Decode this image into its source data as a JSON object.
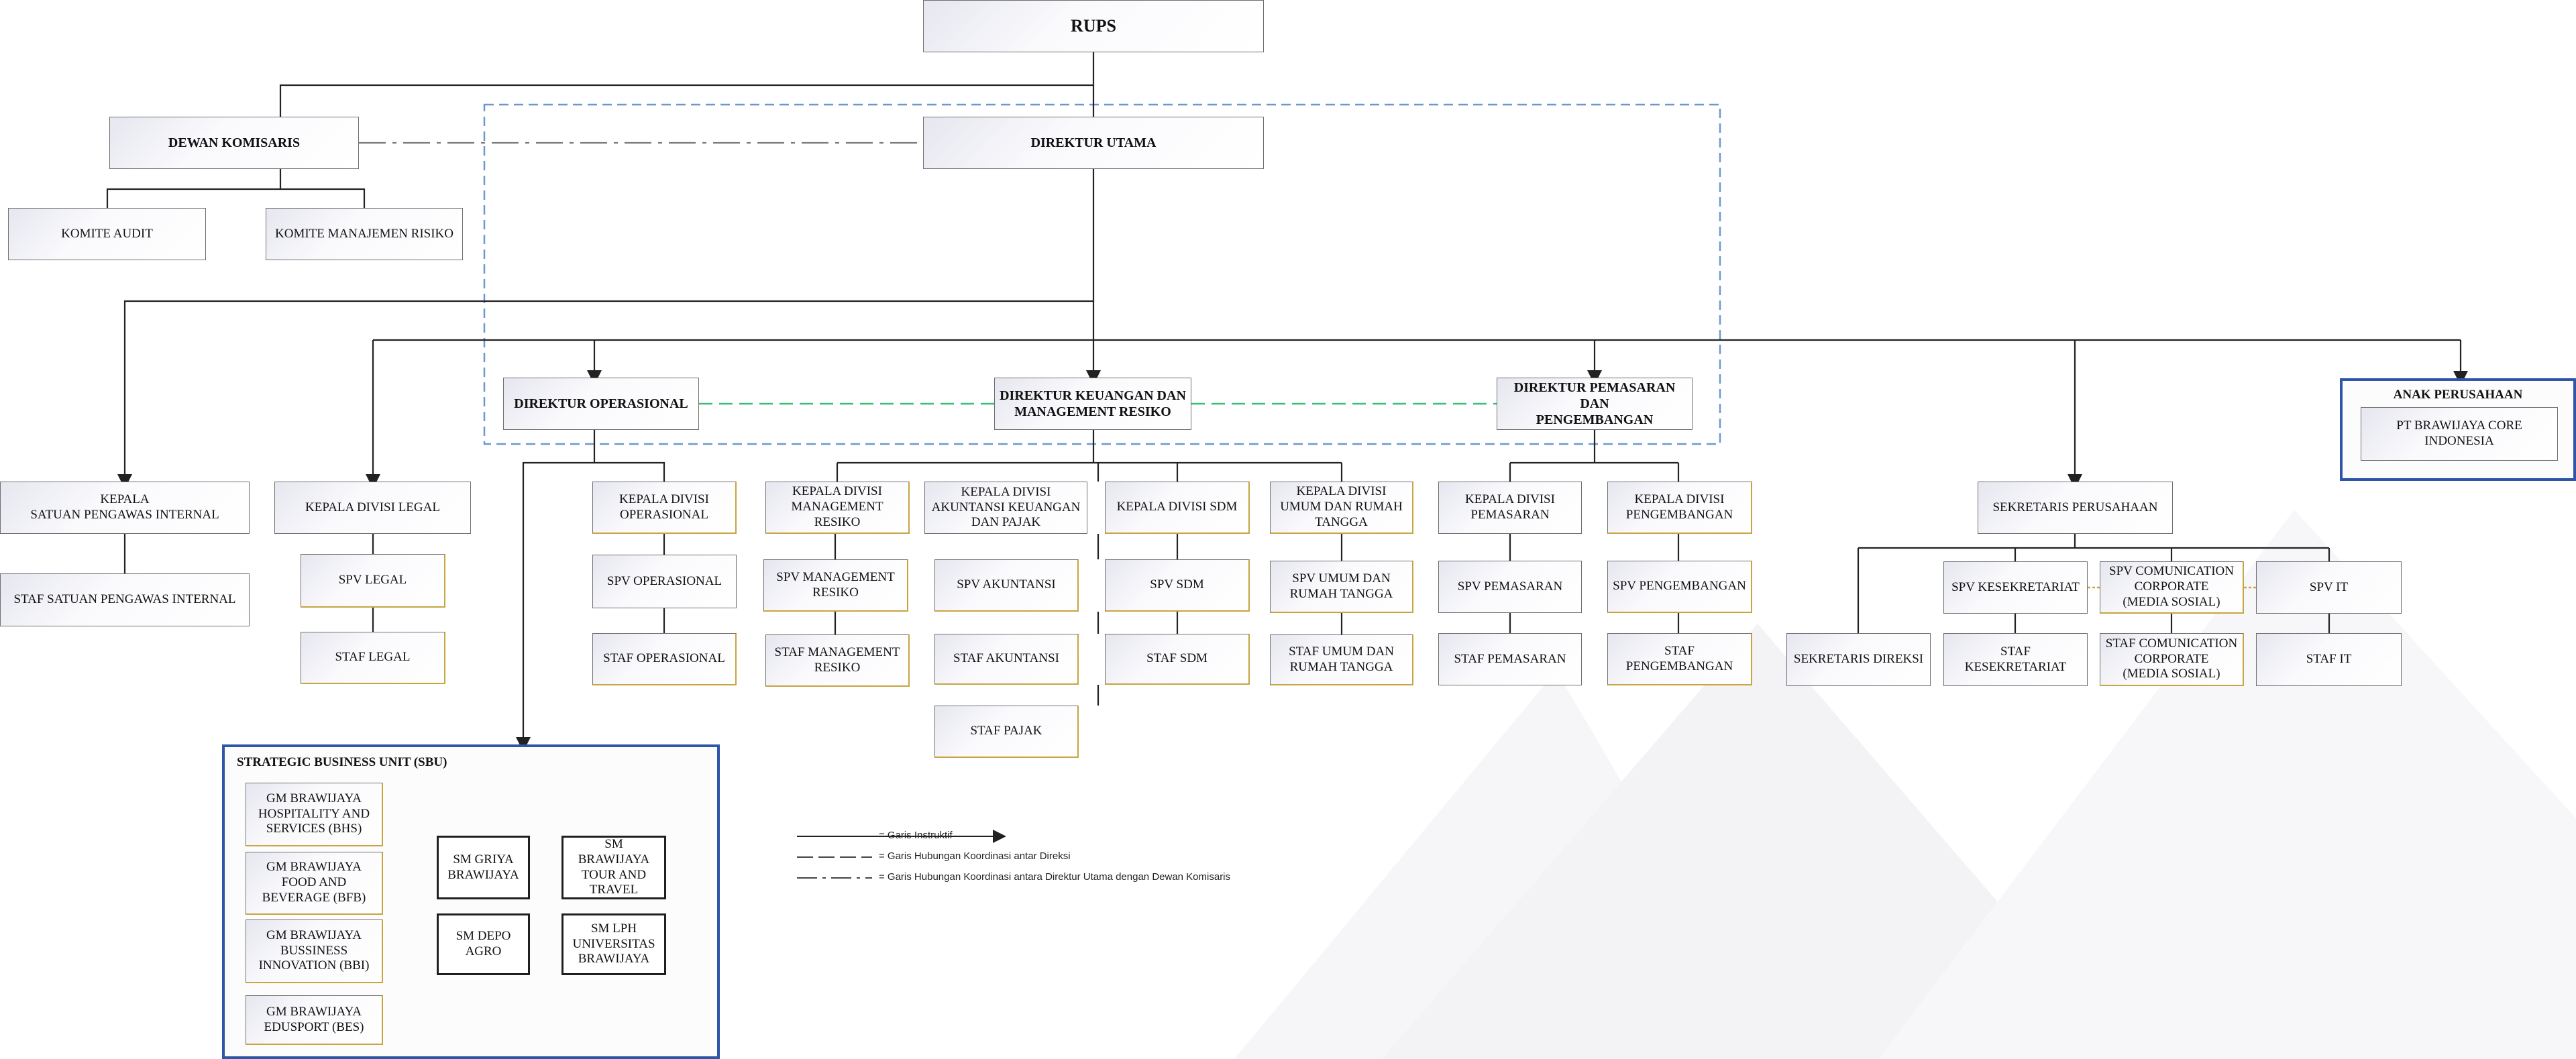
{
  "top": {
    "rups": "RUPS",
    "dewan_komisaris": "DEWAN KOMISARIS",
    "direktur_utama": "DIREKTUR UTAMA",
    "komite_audit": "KOMITE AUDIT",
    "komite_manajemen_risiko": "KOMITE MANAJEMEN RISIKO"
  },
  "directors": {
    "operasional": "DIREKTUR OPERASIONAL",
    "keuangan": "DIREKTUR KEUANGAN DAN\nMANAGEMENT RESIKO",
    "pemasaran": "DIREKTUR PEMASARAN DAN\nPENGEMBANGAN"
  },
  "spi": {
    "head": "KEPALA\nSATUAN PENGAWAS INTERNAL",
    "staff": "STAF SATUAN PENGAWAS INTERNAL"
  },
  "legal": {
    "head": "KEPALA DIVISI LEGAL",
    "spv": "SPV LEGAL",
    "staff": "STAF LEGAL"
  },
  "operasional": {
    "head": "KEPALA DIVISI\nOPERASIONAL",
    "spv": "SPV OPERASIONAL",
    "staff": "STAF OPERASIONAL"
  },
  "management_resiko": {
    "head": "KEPALA DIVISI\nMANAGEMENT\nRESIKO",
    "spv": "SPV MANAGEMENT\nRESIKO",
    "staff": "STAF MANAGEMENT\nRESIKO"
  },
  "akuntansi": {
    "head": "KEPALA DIVISI\nAKUNTANSI KEUANGAN\nDAN PAJAK",
    "spv": "SPV AKUNTANSI",
    "staff": "STAF AKUNTANSI",
    "staff_pajak": "STAF PAJAK"
  },
  "sdm": {
    "head": "KEPALA DIVISI SDM",
    "spv": "SPV SDM",
    "staff": "STAF SDM"
  },
  "umum": {
    "head": "KEPALA DIVISI\nUMUM DAN RUMAH\nTANGGA",
    "spv": "SPV UMUM DAN\nRUMAH TANGGA",
    "staff": "STAF UMUM DAN\nRUMAH TANGGA"
  },
  "pemasaran": {
    "head": "KEPALA DIVISI\nPEMASARAN",
    "spv": "SPV PEMASARAN",
    "staff": "STAF PEMASARAN"
  },
  "pengembangan": {
    "head": "KEPALA DIVISI\nPENGEMBANGAN",
    "spv": "SPV PENGEMBANGAN",
    "staff": "STAF\nPENGEMBANGAN"
  },
  "sekretaris": {
    "head": "SEKRETARIS PERUSAHAAN",
    "direksi": "SEKRETARIS DIREKSI",
    "spv_kesekretariat": "SPV KESEKRETARIAT",
    "staf_kesekretariat": "STAF\nKESEKRETARIAT",
    "spv_comm": "SPV COMUNICATION\nCORPORATE\n(MEDIA SOSIAL)",
    "staf_comm": "STAF COMUNICATION\nCORPORATE\n(MEDIA SOSIAL)",
    "spv_it": "SPV IT",
    "staf_it": "STAF IT"
  },
  "anak_perusahaan": {
    "title": "ANAK PERUSAHAAN",
    "company": "PT BRAWIJAYA CORE\nINDONESIA"
  },
  "sbu": {
    "title": "STRATEGIC BUSINESS UNIT (SBU)",
    "gm": [
      "GM BRAWIJAYA\nHOSPITALITY AND\nSERVICES (BHS)",
      "GM BRAWIJAYA\nFOOD AND\nBEVERAGE (BFB)",
      "GM BRAWIJAYA\nBUSSINESS\nINNOVATION (BBI)",
      "GM BRAWIJAYA\nEDUSPORT (BES)"
    ],
    "sm": [
      "SM GRIYA\nBRAWIJAYA",
      "SM\nBRAWIJAYA\nTOUR AND\nTRAVEL",
      "SM DEPO\nAGRO",
      "SM LPH\nUNIVERSITAS\nBRAWIJAYA"
    ]
  },
  "legend": {
    "instruktif": "= Garis Instruktif",
    "koordinasi_direksi": "= Garis Hubungan Koordinasi antar Direksi",
    "koordinasi_komisaris": "= Garis Hubungan Koordinasi antara Direktur Utama dengan Dewan Komisaris"
  },
  "colors": {
    "line": "#222222",
    "dashed_frame": "#6f97cf",
    "green_dash": "#3bbf78",
    "group_border": "#2e55a8",
    "accent_gold": "#c7a540"
  }
}
